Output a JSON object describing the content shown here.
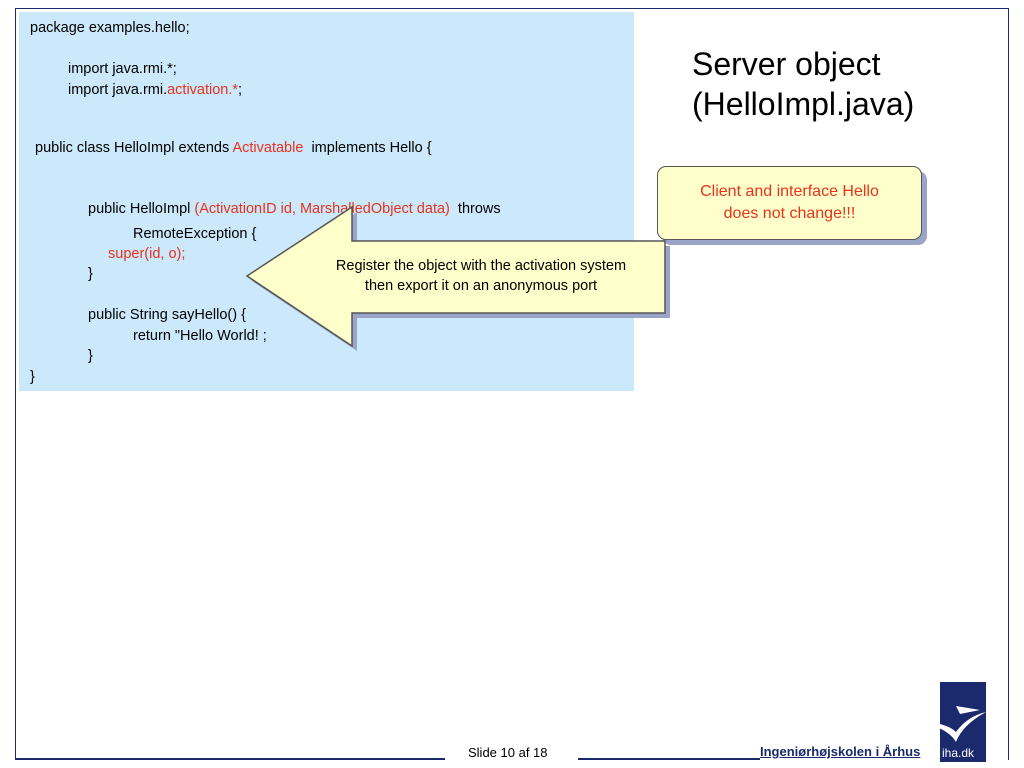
{
  "slide_title": {
    "line1": "Server object",
    "line2": "(HelloImpl.java)"
  },
  "code": {
    "line1": "package examples.hello;",
    "line2": "import java.rmi.*;",
    "line3_prefix": "import java.rmi.",
    "line3_highlight": "activation.*",
    "line3_suffix": ";",
    "line4_prefix": "public class HelloImpl extends ",
    "line4_highlight": "Activatable",
    "line4_suffix": "  implements Hello {",
    "line5_prefix": "public HelloImpl ",
    "line5_highlight": "(ActivationID id, MarshalledObject data)",
    "line5_suffix": "  throws",
    "line6": "RemoteException {",
    "line7": "super(id, o);",
    "line8": "}",
    "line9": "public String sayHello() {",
    "line10": "return \"Hello World! ;",
    "line11": "}",
    "line12": "}"
  },
  "callout": {
    "text_line1": "Client and interface Hello",
    "text_line2": "does not change!!!"
  },
  "arrow_note": {
    "line1": "Register the object with the activation system",
    "line2": "then export it on an anonymous port"
  },
  "footer": {
    "slide_label": "Slide 10 af  18",
    "institution": "Ingeniørhøjskolen i Århus",
    "logo_text": "iha.dk"
  },
  "colors": {
    "code_background": "#cce9fb",
    "highlight_red": "#e8321e",
    "callout_fill": "#ffffcc",
    "brand_navy": "#1a2a6c"
  }
}
